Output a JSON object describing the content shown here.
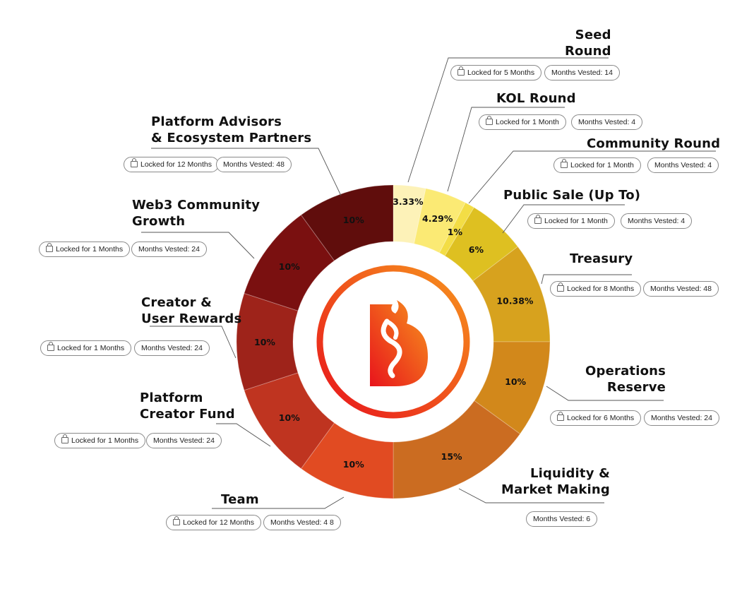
{
  "chart_data": {
    "type": "pie",
    "title": "",
    "series": [
      {
        "name": "Seed Round",
        "label": "Seed\nRound",
        "value": 3.33,
        "value_label": "3.33%",
        "color": "#FDF2B8",
        "locked": "Locked for 5 Months",
        "vested": "Months Vested: 14"
      },
      {
        "name": "KOL Round",
        "label": "KOL Round",
        "value": 4.29,
        "value_label": "4.29%",
        "color": "#FBEA74",
        "locked": "Locked for 1 Month",
        "vested": "Months Vested: 4"
      },
      {
        "name": "Community Round",
        "label": "Community Round",
        "value": 1,
        "value_label": "1%",
        "color": "#F3DD45",
        "locked": "Locked for 1 Month",
        "vested": "Months Vested: 4"
      },
      {
        "name": "Public Sale (Up To)",
        "label": "Public Sale (Up To)",
        "value": 6,
        "value_label": "6%",
        "color": "#DEC021",
        "locked": "Locked for 1 Month",
        "vested": "Months Vested: 4"
      },
      {
        "name": "Treasury",
        "label": "Treasury",
        "value": 10.38,
        "value_label": "10.38%",
        "color": "#D7A21E",
        "locked": "Locked for 8 Months",
        "vested": "Months Vested: 48"
      },
      {
        "name": "Operations Reserve",
        "label": "Operations\nReserve",
        "value": 10,
        "value_label": "10%",
        "color": "#D2881B",
        "locked": "Locked for 6 Months",
        "vested": "Months Vested: 24"
      },
      {
        "name": "Liquidity & Market Making",
        "label": "Liquidity &\nMarket Making",
        "value": 15,
        "value_label": "15%",
        "color": "#CB6C21",
        "locked": "",
        "vested": "Months Vested: 6"
      },
      {
        "name": "Team",
        "label": "Team",
        "value": 10,
        "value_label": "10%",
        "color": "#E14B22",
        "locked": "Locked for 12 Months",
        "vested": "Months Vested: 4 8"
      },
      {
        "name": "Platform Creator Fund",
        "label": "Platform\nCreator Fund",
        "value": 10,
        "value_label": "10%",
        "color": "#BF3420",
        "locked": "Locked for 1 Months",
        "vested": "Months Vested: 24"
      },
      {
        "name": "Creator & User Rewards",
        "label": "Creator &\nUser Rewards",
        "value": 10,
        "value_label": "10%",
        "color": "#9E231A",
        "locked": "Locked for 1 Months",
        "vested": "Months Vested: 24"
      },
      {
        "name": "Web3 Community Growth",
        "label": "Web3 Community\nGrowth",
        "value": 10,
        "value_label": "10%",
        "color": "#7A1010",
        "locked": "Locked for 1 Months",
        "vested": "Months Vested: 24"
      },
      {
        "name": "Platform Advisors & Ecosystem Partners",
        "label": "Platform Advisors\n& Ecosystem Partners",
        "value": 10,
        "value_label": "10%",
        "color": "#600D0C",
        "locked": "Locked for 12 Months",
        "vested": "Months Vested: 48"
      }
    ],
    "legend": "callouts",
    "grid": false
  },
  "logo": {
    "name": "b-flame-logo",
    "colors": [
      "#E8141C",
      "#F7941D"
    ]
  }
}
